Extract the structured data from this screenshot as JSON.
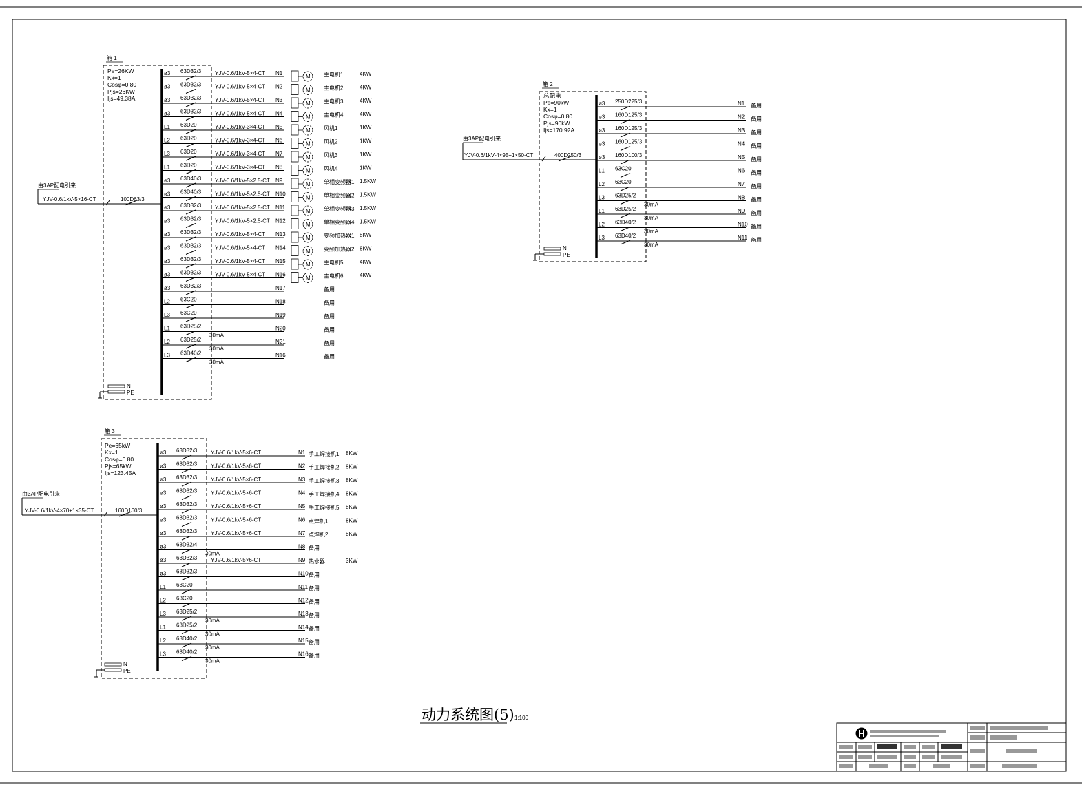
{
  "drawing": {
    "title": "动力系统图(5)",
    "scale": "1:100"
  },
  "common": {
    "n_label": "N",
    "pe_label": "PE",
    "rcd_label": "30mA"
  },
  "panels": [
    {
      "id": "panel-1",
      "tag": "箱 1",
      "header": [
        "Pe=26KW",
        "Kx=1",
        "Cosφ=0.80",
        "Pjs=26KW",
        "Ijs=49.38A"
      ],
      "source_label": "由3AP配电引来",
      "incoming_cable": "YJV-0.6/1kV-5×16-CT",
      "incoming_breaker": "100D63/3",
      "rows": [
        {
          "phase": "ø3",
          "breaker": "63D32/3",
          "cable": "YJV-0.6/1kV-5×4-CT",
          "circuit": "N1",
          "load": "主电机1",
          "power": "4KW",
          "motor": true
        },
        {
          "phase": "ø3",
          "breaker": "63D32/3",
          "cable": "YJV-0.6/1kV-5×4-CT",
          "circuit": "N2",
          "load": "主电机2",
          "power": "4KW",
          "motor": true
        },
        {
          "phase": "ø3",
          "breaker": "63D32/3",
          "cable": "YJV-0.6/1kV-5×4-CT",
          "circuit": "N3",
          "load": "主电机3",
          "power": "4KW",
          "motor": true
        },
        {
          "phase": "ø3",
          "breaker": "63D32/3",
          "cable": "YJV-0.6/1kV-5×4-CT",
          "circuit": "N4",
          "load": "主电机4",
          "power": "4KW",
          "motor": true
        },
        {
          "phase": "L1",
          "breaker": "63D20",
          "cable": "YJV-0.6/1kV-3×4-CT",
          "circuit": "N5",
          "load": "风机1",
          "power": "1KW",
          "motor": true
        },
        {
          "phase": "L2",
          "breaker": "63D20",
          "cable": "YJV-0.6/1kV-3×4-CT",
          "circuit": "N6",
          "load": "风机2",
          "power": "1KW",
          "motor": true
        },
        {
          "phase": "L3",
          "breaker": "63D20",
          "cable": "YJV-0.6/1kV-3×4-CT",
          "circuit": "N7",
          "load": "风机3",
          "power": "1KW",
          "motor": true
        },
        {
          "phase": "L1",
          "breaker": "63D20",
          "cable": "YJV-0.6/1kV-3×4-CT",
          "circuit": "N8",
          "load": "风机4",
          "power": "1KW",
          "motor": true
        },
        {
          "phase": "ø3",
          "breaker": "63D40/3",
          "cable": "YJV-0.6/1kV-5×2.5-CT",
          "circuit": "N9",
          "load": "单相变频器1",
          "power": "1.5KW",
          "motor": true
        },
        {
          "phase": "ø3",
          "breaker": "63D40/3",
          "cable": "YJV-0.6/1kV-5×2.5-CT",
          "circuit": "N10",
          "load": "单相变频器2",
          "power": "1.5KW",
          "motor": true
        },
        {
          "phase": "ø3",
          "breaker": "63D32/3",
          "cable": "YJV-0.6/1kV-5×2.5-CT",
          "circuit": "N11",
          "load": "单相变频器3",
          "power": "1.5KW",
          "motor": true
        },
        {
          "phase": "ø3",
          "breaker": "63D32/3",
          "cable": "YJV-0.6/1kV-5×2.5-CT",
          "circuit": "N12",
          "load": "单相变频器4",
          "power": "1.5KW",
          "motor": true
        },
        {
          "phase": "ø3",
          "breaker": "63D32/3",
          "cable": "YJV-0.6/1kV-5×4-CT",
          "circuit": "N13",
          "load": "变频加热器1",
          "power": "8KW",
          "motor": true
        },
        {
          "phase": "ø3",
          "breaker": "63D32/3",
          "cable": "YJV-0.6/1kV-5×4-CT",
          "circuit": "N14",
          "load": "变频加热器2",
          "power": "8KW",
          "motor": true
        },
        {
          "phase": "ø3",
          "breaker": "63D32/3",
          "cable": "YJV-0.6/1kV-5×4-CT",
          "circuit": "N15",
          "load": "主电机5",
          "power": "4KW",
          "motor": true
        },
        {
          "phase": "ø3",
          "breaker": "63D32/3",
          "cable": "YJV-0.6/1kV-5×4-CT",
          "circuit": "N16",
          "load": "主电机6",
          "power": "4KW",
          "motor": true
        },
        {
          "phase": "ø3",
          "breaker": "63D32/3",
          "cable": "",
          "circuit": "N17",
          "load": "备用",
          "power": ""
        },
        {
          "phase": "L2",
          "breaker": "63C20",
          "cable": "",
          "circuit": "N18",
          "load": "备用",
          "power": ""
        },
        {
          "phase": "L3",
          "breaker": "63C20",
          "cable": "",
          "circuit": "N19",
          "load": "备用",
          "power": ""
        },
        {
          "phase": "L1",
          "breaker": "63D25/2",
          "cable": "",
          "circuit": "N20",
          "load": "备用",
          "power": "",
          "rcd": true
        },
        {
          "phase": "L2",
          "breaker": "63D25/2",
          "cable": "",
          "circuit": "N21",
          "load": "备用",
          "power": "",
          "rcd": true
        },
        {
          "phase": "L3",
          "breaker": "63D40/2",
          "cable": "",
          "circuit": "N16",
          "load": "备用",
          "power": "",
          "rcd": true
        }
      ]
    },
    {
      "id": "panel-2",
      "tag": "箱 2",
      "header": [
        "总配电",
        "Pe=90kW",
        "Kx=1",
        "Cosφ=0.80",
        "Pjs=90kW",
        "Ijs=170.92A"
      ],
      "source_label": "由3AP配电引来",
      "incoming_cable": "YJV-0.6/1kV-4×95+1×50-CT",
      "incoming_breaker": "400D250/3",
      "rows": [
        {
          "phase": "ø3",
          "breaker": "250D225/3",
          "cable": "",
          "circuit": "N1",
          "load": "备用",
          "power": ""
        },
        {
          "phase": "ø3",
          "breaker": "160D125/3",
          "cable": "",
          "circuit": "N2",
          "load": "备用",
          "power": ""
        },
        {
          "phase": "ø3",
          "breaker": "160D125/3",
          "cable": "",
          "circuit": "N3",
          "load": "备用",
          "power": ""
        },
        {
          "phase": "ø3",
          "breaker": "160D125/3",
          "cable": "",
          "circuit": "N4",
          "load": "备用",
          "power": ""
        },
        {
          "phase": "ø3",
          "breaker": "160D100/3",
          "cable": "",
          "circuit": "N5",
          "load": "备用",
          "power": ""
        },
        {
          "phase": "L1",
          "breaker": "63C20",
          "cable": "",
          "circuit": "N6",
          "load": "备用",
          "power": ""
        },
        {
          "phase": "L2",
          "breaker": "63C20",
          "cable": "",
          "circuit": "N7",
          "load": "备用",
          "power": ""
        },
        {
          "phase": "L3",
          "breaker": "63D25/2",
          "cable": "",
          "circuit": "N8",
          "load": "备用",
          "power": "",
          "rcd": true
        },
        {
          "phase": "L1",
          "breaker": "63D25/2",
          "cable": "",
          "circuit": "N9",
          "load": "备用",
          "power": "",
          "rcd": true
        },
        {
          "phase": "L2",
          "breaker": "63D40/2",
          "cable": "",
          "circuit": "N10",
          "load": "备用",
          "power": "",
          "rcd": true
        },
        {
          "phase": "L3",
          "breaker": "63D40/2",
          "cable": "",
          "circuit": "N11",
          "load": "备用",
          "power": "",
          "rcd": true
        }
      ]
    },
    {
      "id": "panel-3",
      "tag": "箱 3",
      "header": [
        "Pe=65kW",
        "Kx=1",
        "Cosφ=0.80",
        "Pjs=65kW",
        "Ijs=123.45A"
      ],
      "source_label": "由3AP配电引来",
      "incoming_cable": "YJV-0.6/1kV-4×70+1×35-CT",
      "incoming_breaker": "160D160/3",
      "rows": [
        {
          "phase": "ø3",
          "breaker": "63D32/3",
          "cable": "YJV-0.6/1kV-5×6-CT",
          "circuit": "N1",
          "load": "手工焊接机1",
          "power": "8KW"
        },
        {
          "phase": "ø3",
          "breaker": "63D32/3",
          "cable": "YJV-0.6/1kV-5×6-CT",
          "circuit": "N2",
          "load": "手工焊接机2",
          "power": "8KW"
        },
        {
          "phase": "ø3",
          "breaker": "63D32/3",
          "cable": "YJV-0.6/1kV-5×6-CT",
          "circuit": "N3",
          "load": "手工焊接机3",
          "power": "8KW"
        },
        {
          "phase": "ø3",
          "breaker": "63D32/3",
          "cable": "YJV-0.6/1kV-5×6-CT",
          "circuit": "N4",
          "load": "手工焊接机4",
          "power": "8KW"
        },
        {
          "phase": "ø3",
          "breaker": "63D32/3",
          "cable": "YJV-0.6/1kV-5×6-CT",
          "circuit": "N5",
          "load": "手工焊接机5",
          "power": "8KW"
        },
        {
          "phase": "ø3",
          "breaker": "63D32/3",
          "cable": "YJV-0.6/1kV-5×6-CT",
          "circuit": "N6",
          "load": "点焊机1",
          "power": "8KW"
        },
        {
          "phase": "ø3",
          "breaker": "63D32/3",
          "cable": "YJV-0.6/1kV-5×6-CT",
          "circuit": "N7",
          "load": "点焊机2",
          "power": "8KW"
        },
        {
          "phase": "ø3",
          "breaker": "63D32/4",
          "cable": "",
          "circuit": "N8",
          "load": "备用",
          "power": "",
          "rcd": true
        },
        {
          "phase": "ø3",
          "breaker": "63D32/3",
          "cable": "YJV-0.6/1kV-5×6-CT",
          "circuit": "N9",
          "load": "热水器",
          "power": "3KW"
        },
        {
          "phase": "ø3",
          "breaker": "63D32/3",
          "cable": "",
          "circuit": "N10",
          "load": "备用",
          "power": ""
        },
        {
          "phase": "L1",
          "breaker": "63C20",
          "cable": "",
          "circuit": "N11",
          "load": "备用",
          "power": ""
        },
        {
          "phase": "L2",
          "breaker": "63C20",
          "cable": "",
          "circuit": "N12",
          "load": "备用",
          "power": ""
        },
        {
          "phase": "L3",
          "breaker": "63D25/2",
          "cable": "",
          "circuit": "N13",
          "load": "备用",
          "power": "",
          "rcd": true
        },
        {
          "phase": "L1",
          "breaker": "63D25/2",
          "cable": "",
          "circuit": "N14",
          "load": "备用",
          "power": "",
          "rcd": true
        },
        {
          "phase": "L2",
          "breaker": "63D40/2",
          "cable": "",
          "circuit": "N15",
          "load": "备用",
          "power": "",
          "rcd": true
        },
        {
          "phase": "L3",
          "breaker": "63D40/2",
          "cable": "",
          "circuit": "N16",
          "load": "备用",
          "power": "",
          "rcd": true
        }
      ]
    }
  ]
}
